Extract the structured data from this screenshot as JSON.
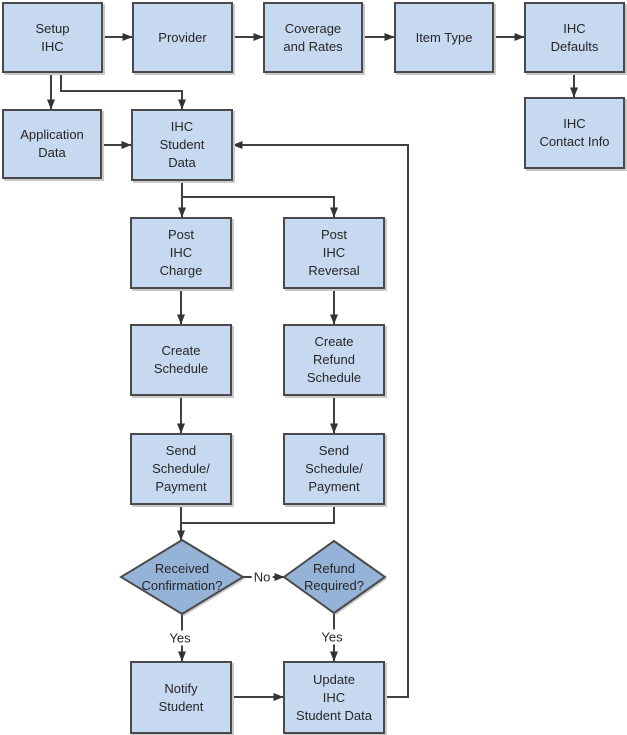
{
  "colors": {
    "background": "#ffffff",
    "box_fill": "#c6d9f1",
    "diamond_fill": "#95b3d7",
    "border": "#4a4a4a",
    "line": "#404040",
    "text": "#262626",
    "shadow": "#c9c9c9"
  },
  "nodes": [
    {
      "id": "setup-ihc",
      "shape": "box",
      "label": "Setup\nIHC"
    },
    {
      "id": "provider",
      "shape": "box",
      "label": "Provider"
    },
    {
      "id": "coverage-and-rates",
      "shape": "box",
      "label": "Coverage\nand Rates"
    },
    {
      "id": "item-type",
      "shape": "box",
      "label": "Item Type"
    },
    {
      "id": "ihc-defaults",
      "shape": "box",
      "label": "IHC\nDefaults"
    },
    {
      "id": "ihc-contact-info",
      "shape": "box",
      "label": "IHC\nContact Info"
    },
    {
      "id": "application-data",
      "shape": "box",
      "label": "Application\nData"
    },
    {
      "id": "ihc-student-data",
      "shape": "box",
      "label": "IHC\nStudent\nData"
    },
    {
      "id": "post-ihc-charge",
      "shape": "box",
      "label": "Post\nIHC\nCharge"
    },
    {
      "id": "post-ihc-reversal",
      "shape": "box",
      "label": "Post\nIHC\nReversal"
    },
    {
      "id": "create-schedule",
      "shape": "box",
      "label": "Create\nSchedule"
    },
    {
      "id": "create-refund-schedule",
      "shape": "box",
      "label": "Create\nRefund\nSchedule"
    },
    {
      "id": "send-schedule-payment-1",
      "shape": "box",
      "label": "Send\nSchedule/\nPayment"
    },
    {
      "id": "send-schedule-payment-2",
      "shape": "box",
      "label": "Send\nSchedule/\nPayment"
    },
    {
      "id": "received-confirmation",
      "shape": "diamond",
      "label": "Received\nConfirmation?"
    },
    {
      "id": "refund-required",
      "shape": "diamond",
      "label": "Refund\nRequired?"
    },
    {
      "id": "notify-student",
      "shape": "box",
      "label": "Notify\nStudent"
    },
    {
      "id": "update-ihc-student-data",
      "shape": "box",
      "label": "Update\nIHC\nStudent Data"
    }
  ],
  "edge_labels": {
    "no": "No",
    "yes_left": "Yes",
    "yes_right": "Yes"
  }
}
